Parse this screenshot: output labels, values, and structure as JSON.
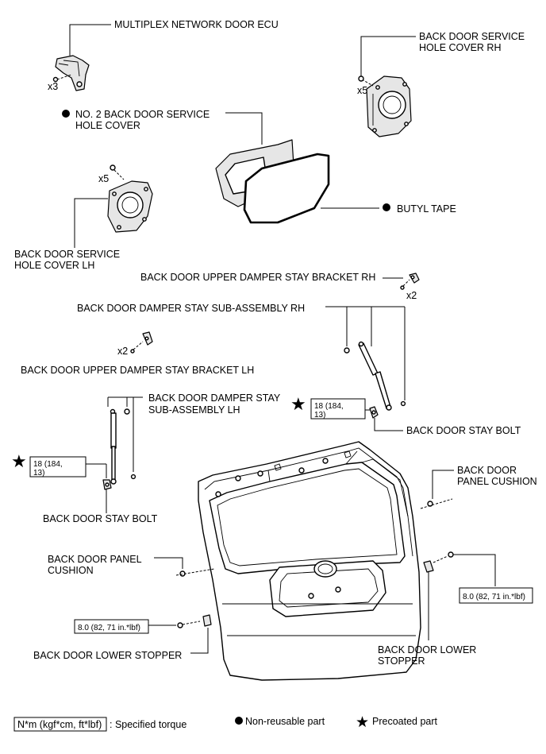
{
  "labels": {
    "multiplex_ecu": "MULTIPLEX NETWORK DOOR ECU",
    "service_cover_rh_1": "BACK DOOR SERVICE",
    "service_cover_rh_2": "HOLE COVER RH",
    "no2_cover_1": "NO. 2 BACK DOOR SERVICE",
    "no2_cover_2": "HOLE COVER",
    "butyl_tape": "BUTYL TAPE",
    "service_cover_lh_1": "BACK DOOR SERVICE",
    "service_cover_lh_2": "HOLE COVER LH",
    "upper_bracket_rh": "BACK DOOR UPPER DAMPER STAY BRACKET RH",
    "damper_stay_rh": "BACK DOOR DAMPER STAY SUB-ASSEMBLY RH",
    "upper_bracket_lh": "BACK DOOR UPPER DAMPER STAY BRACKET LH",
    "damper_stay_lh_1": "BACK DOOR DAMPER STAY",
    "damper_stay_lh_2": "SUB-ASSEMBLY LH",
    "stay_bolt_rh": "BACK DOOR STAY BOLT",
    "stay_bolt_lh": "BACK DOOR STAY BOLT",
    "panel_cushion_rh_1": "BACK DOOR",
    "panel_cushion_rh_2": "PANEL CUSHION",
    "panel_cushion_lh_1": "BACK DOOR PANEL",
    "panel_cushion_lh_2": "CUSHION",
    "lower_stopper_lh": "BACK DOOR LOWER STOPPER",
    "lower_stopper_rh_1": "BACK DOOR LOWER",
    "lower_stopper_rh_2": "STOPPER"
  },
  "quantities": {
    "ecu_screws": "x3",
    "rh_cover_screws": "x5",
    "lh_cover_screws": "x5",
    "rh_bracket_bolts": "x2",
    "lh_bracket_bolts": "x2"
  },
  "torques": {
    "stay_bolt_rh_1": "18 (184,",
    "stay_bolt_rh_2": "13)",
    "stay_bolt_lh_1": "18 (184,",
    "stay_bolt_lh_2": "13)",
    "lower_stopper_rh": "8.0 (82, 71 in.*lbf)",
    "lower_stopper_lh": "8.0 (82, 71 in.*lbf)"
  },
  "legend": {
    "torque_unit": "N*m (kgf*cm, ft*lbf)",
    "torque_desc": ": Specified torque",
    "non_reusable": "Non-reusable part",
    "precoated": "Precoated part"
  },
  "icons": {
    "non_reusable": "filled-circle-icon",
    "precoated": "star-icon"
  }
}
